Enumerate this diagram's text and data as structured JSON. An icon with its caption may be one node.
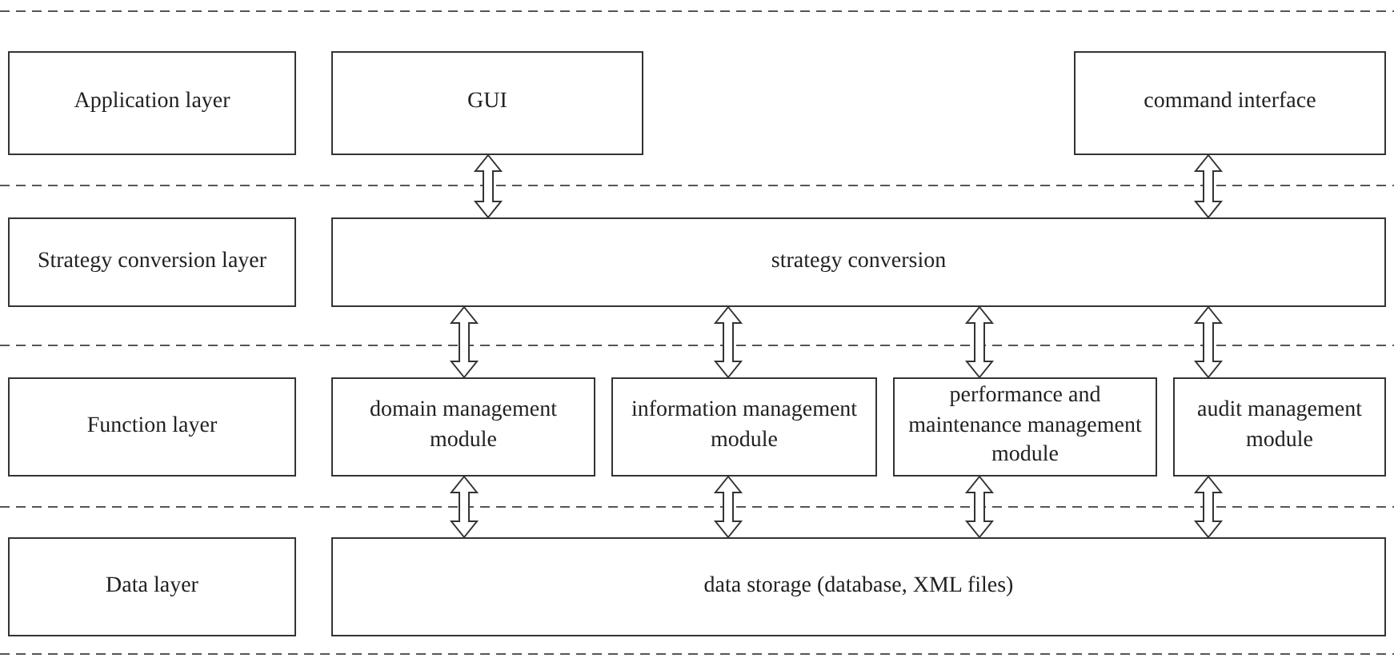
{
  "diagram": {
    "nodes": [
      {
        "text": [
          "Application layer"
        ]
      },
      {
        "text": [
          "GUI"
        ]
      },
      {
        "text": [
          "command interface"
        ]
      },
      {
        "text": [
          "Strategy conversion layer"
        ]
      },
      {
        "text": [
          "strategy conversion"
        ]
      },
      {
        "text": [
          "Function layer"
        ]
      },
      {
        "text": [
          "domain management module"
        ]
      },
      {
        "text": [
          "information management module"
        ]
      },
      {
        "text": [
          "performance and maintenance management module"
        ]
      },
      {
        "text": [
          "audit management module"
        ]
      },
      {
        "text": [
          "Data layer"
        ]
      },
      {
        "text": [
          "data storage (database, XML files)"
        ]
      }
    ],
    "edges": [
      {
        "from": 1,
        "to": 4,
        "arrow": "both"
      },
      {
        "from": 2,
        "to": 4,
        "arrow": "both"
      },
      {
        "from": 4,
        "to": 6,
        "arrow": "both"
      },
      {
        "from": 4,
        "to": 7,
        "arrow": "both"
      },
      {
        "from": 4,
        "to": 8,
        "arrow": "both"
      },
      {
        "from": 4,
        "to": 9,
        "arrow": "both"
      },
      {
        "from": 6,
        "to": 11,
        "arrow": "both"
      },
      {
        "from": 7,
        "to": 11,
        "arrow": "both"
      },
      {
        "from": 8,
        "to": 11,
        "arrow": "both"
      },
      {
        "from": 9,
        "to": 11,
        "arrow": "both"
      }
    ]
  }
}
